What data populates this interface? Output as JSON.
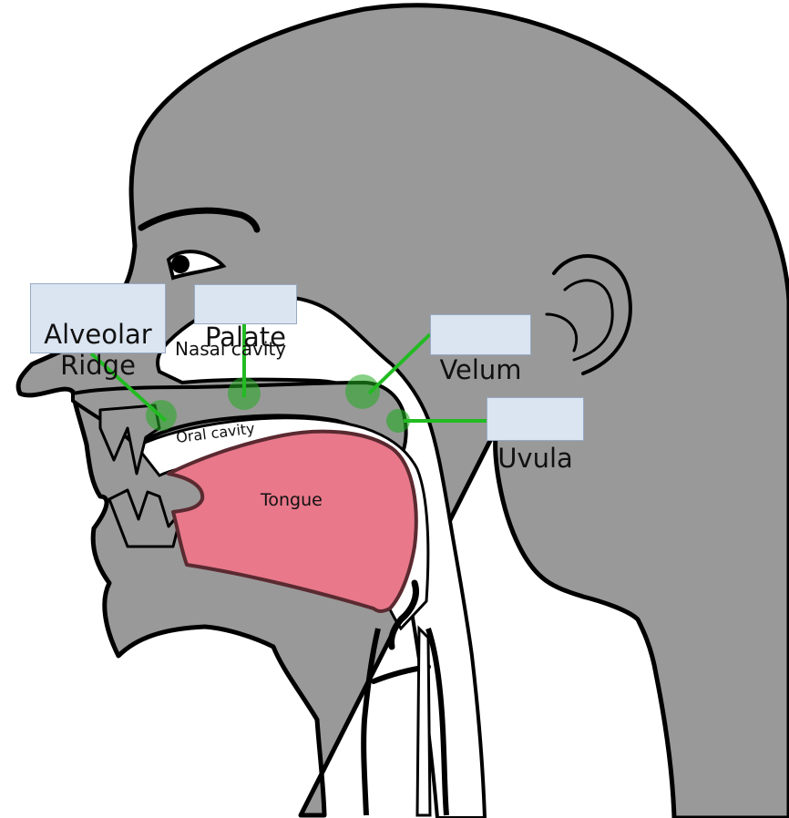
{
  "colors": {
    "head": "#999999",
    "outline": "#000000",
    "cavity": "#ffffff",
    "tongue": "#e8788a",
    "tongue_outline": "#5a2a30",
    "marker": "#22aa22",
    "callout_fill": "#dbe5f1",
    "callout_border": "#98a9c4"
  },
  "callouts": {
    "alveolar_ridge": "Alveolar\nRidge",
    "palate": "Palate",
    "velum": "Velum",
    "uvula": "Uvula"
  },
  "regions": {
    "nasal_cavity": "Nasal cavity",
    "oral_cavity": "Oral cavity",
    "tongue": "Tongue"
  }
}
